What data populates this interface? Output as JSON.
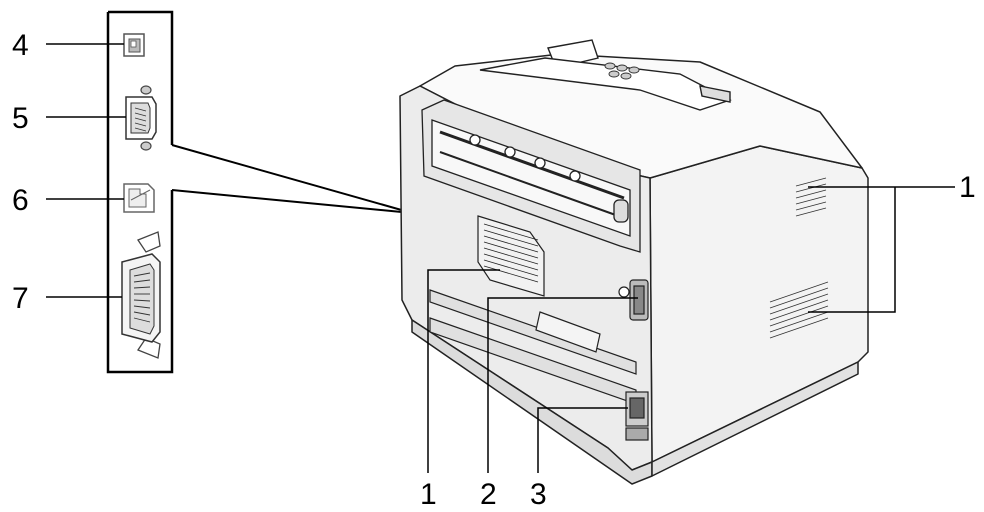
{
  "diagram": {
    "port_panel": {
      "callouts": [
        {
          "number": "4",
          "part": "usb-port"
        },
        {
          "number": "5",
          "part": "serial-port"
        },
        {
          "number": "6",
          "part": "network-port"
        },
        {
          "number": "7",
          "part": "parallel-port"
        }
      ]
    },
    "printer": {
      "callouts": [
        {
          "number": "1",
          "part": "ventilation-grille-side"
        },
        {
          "number": "1",
          "part": "ventilation-grille-rear"
        },
        {
          "number": "2",
          "part": "interface-connector"
        },
        {
          "number": "3",
          "part": "power-inlet"
        }
      ]
    }
  }
}
